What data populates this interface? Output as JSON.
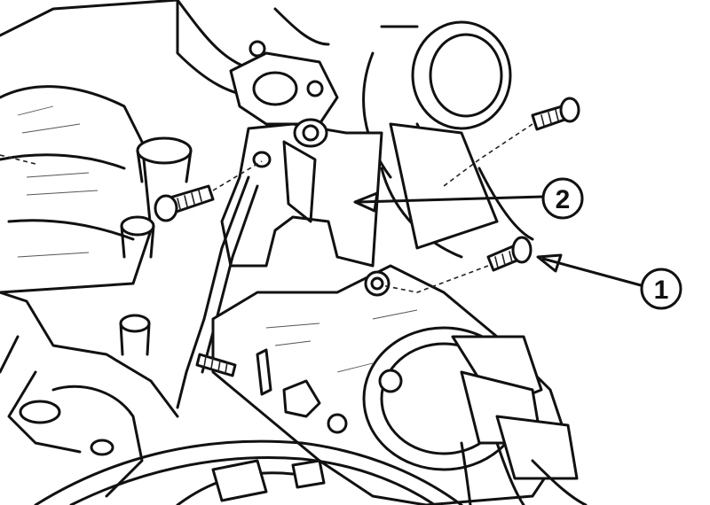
{
  "diagram": {
    "callouts": [
      {
        "id": "1",
        "label": "1"
      },
      {
        "id": "2",
        "label": "2"
      }
    ],
    "colors": {
      "ink": "#111111",
      "paper": "#ffffff"
    }
  }
}
